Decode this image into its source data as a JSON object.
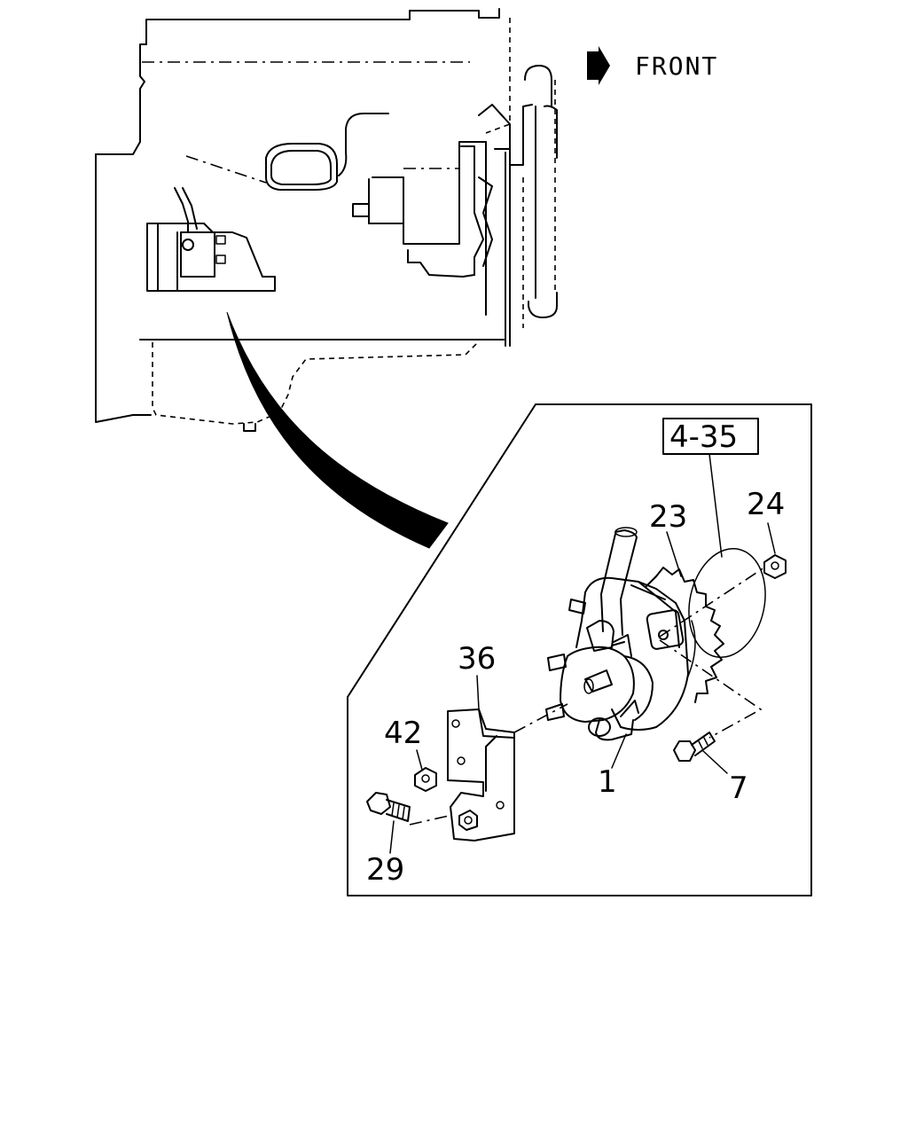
{
  "front_label": "FRONT",
  "ref_label": "4-35",
  "callouts": {
    "c1": "1",
    "c7": "7",
    "c23": "23",
    "c24": "24",
    "c29": "29",
    "c36": "36",
    "c42": "42"
  },
  "icons": {
    "front_arrow": "front-arrow-icon"
  }
}
